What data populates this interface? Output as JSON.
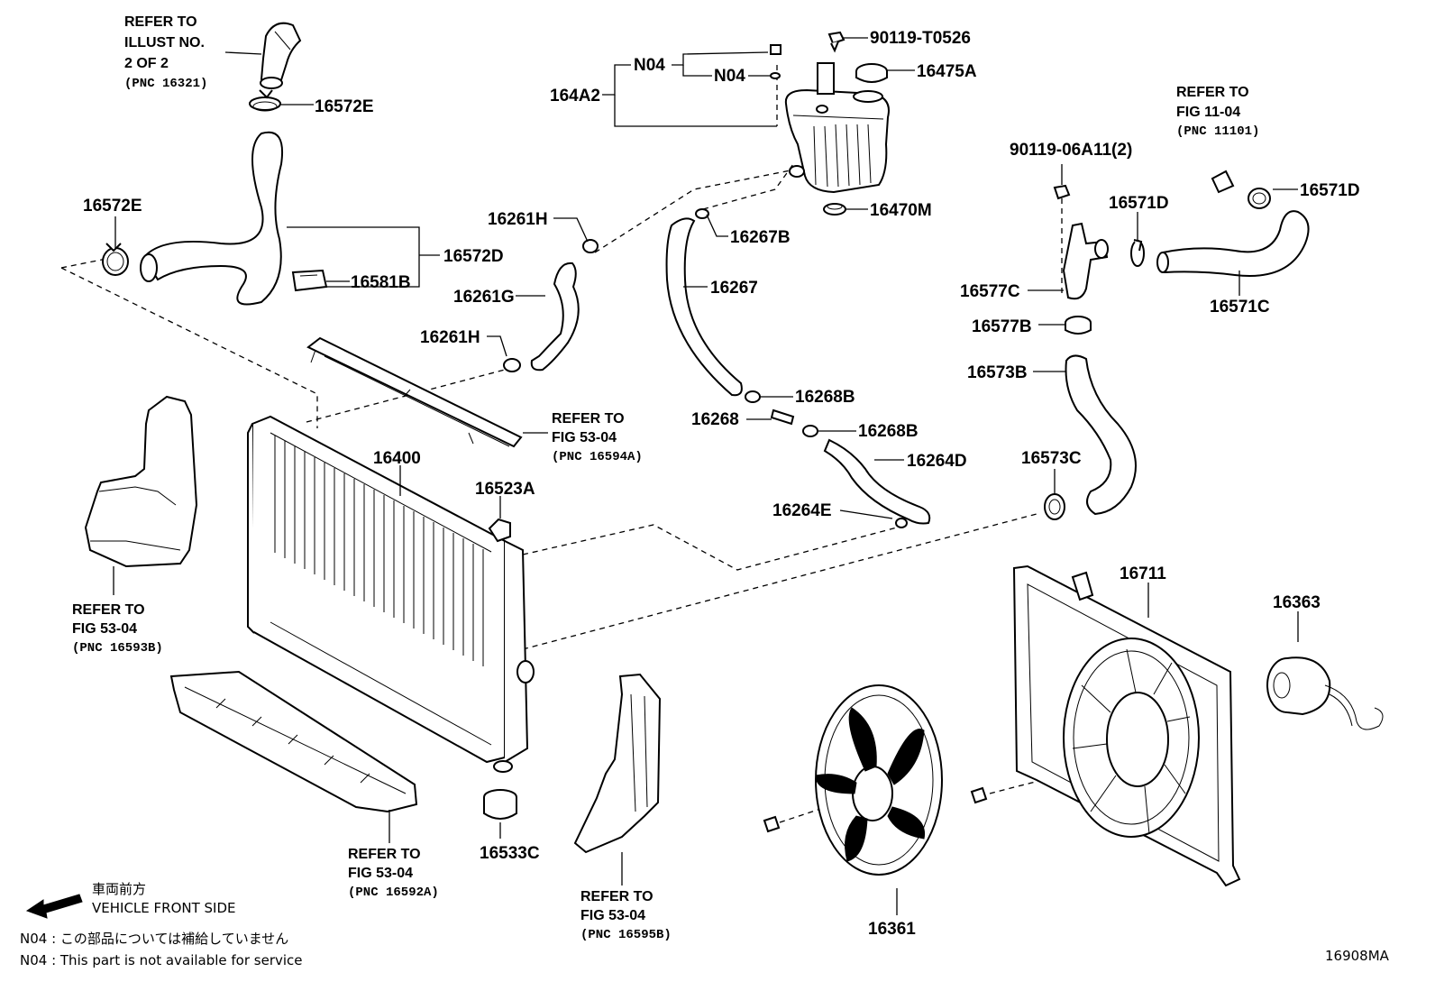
{
  "diagram_code": "16908MA",
  "parts": [
    {
      "id": "p16572E_top",
      "label": "16572E"
    },
    {
      "id": "p16572E_left",
      "label": "16572E"
    },
    {
      "id": "p16572D",
      "label": "16572D"
    },
    {
      "id": "p16581B",
      "label": "16581B"
    },
    {
      "id": "p164A2",
      "label": "164A2"
    },
    {
      "id": "pN04_a",
      "label": "N04"
    },
    {
      "id": "pN04_b",
      "label": "N04"
    },
    {
      "id": "p90119T0526",
      "label": "90119-T0526"
    },
    {
      "id": "p16475A",
      "label": "16475A"
    },
    {
      "id": "p16470M",
      "label": "16470M"
    },
    {
      "id": "p16261H_top",
      "label": "16261H"
    },
    {
      "id": "p16261G",
      "label": "16261G"
    },
    {
      "id": "p16261H_bot",
      "label": "16261H"
    },
    {
      "id": "p16267B",
      "label": "16267B"
    },
    {
      "id": "p16267",
      "label": "16267"
    },
    {
      "id": "p16268B_top",
      "label": "16268B"
    },
    {
      "id": "p16268",
      "label": "16268"
    },
    {
      "id": "p16268B_bot",
      "label": "16268B"
    },
    {
      "id": "p16264D",
      "label": "16264D"
    },
    {
      "id": "p16264E",
      "label": "16264E"
    },
    {
      "id": "p9011906A11",
      "label": "90119-06A11(2)"
    },
    {
      "id": "p16571D_mid",
      "label": "16571D"
    },
    {
      "id": "p16571D_right",
      "label": "16571D"
    },
    {
      "id": "p16571C",
      "label": "16571C"
    },
    {
      "id": "p16577C",
      "label": "16577C"
    },
    {
      "id": "p16577B",
      "label": "16577B"
    },
    {
      "id": "p16573B",
      "label": "16573B"
    },
    {
      "id": "p16573C",
      "label": "16573C"
    },
    {
      "id": "p16400",
      "label": "16400"
    },
    {
      "id": "p16523A",
      "label": "16523A"
    },
    {
      "id": "p16533C",
      "label": "16533C"
    },
    {
      "id": "p16711",
      "label": "16711"
    },
    {
      "id": "p16363",
      "label": "16363"
    },
    {
      "id": "p16361",
      "label": "16361"
    }
  ],
  "references": [
    {
      "id": "ref_illust",
      "lines": [
        "REFER TO",
        "ILLUST NO.",
        "2 OF 2"
      ],
      "pnc": "(PNC 16321)"
    },
    {
      "id": "ref_fig1104",
      "lines": [
        "REFER TO",
        "FIG 11-04"
      ],
      "pnc": "(PNC 11101)"
    },
    {
      "id": "ref_16594A",
      "lines": [
        "REFER TO",
        "FIG 53-04"
      ],
      "pnc": "(PNC 16594A)"
    },
    {
      "id": "ref_16593B",
      "lines": [
        "REFER TO",
        "FIG 53-04"
      ],
      "pnc": "(PNC 16593B)"
    },
    {
      "id": "ref_16592A",
      "lines": [
        "REFER TO",
        "FIG 53-04"
      ],
      "pnc": "(PNC 16592A)"
    },
    {
      "id": "ref_16595B",
      "lines": [
        "REFER TO",
        "FIG 53-04"
      ],
      "pnc": "(PNC 16595B)"
    }
  ],
  "legend": {
    "direction_jp": "車両前方",
    "direction_en": "VEHICLE FRONT SIDE",
    "note_jp": "N04 : この部品については補給していません",
    "note_en": "N04 : This part is not available for service"
  }
}
